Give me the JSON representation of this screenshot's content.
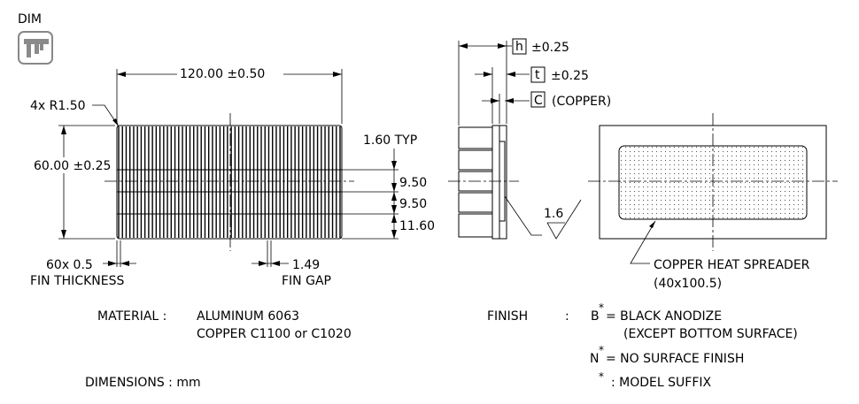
{
  "icon": {
    "label": "DIM",
    "name": "caliper-icon"
  },
  "front_view": {
    "length_dim": "120.00 ±0.50",
    "width_dim": "60.00 ±0.25",
    "corner_radius": "4x R1.50",
    "fin_pitch_typ": "1.60 TYP",
    "spacing_1": "9.50",
    "spacing_2": "9.50",
    "spacing_3": "11.60",
    "fin_thickness_dim": "60x 0.5",
    "fin_thickness_label": "FIN THICKNESS",
    "fin_gap_dim": "1.49",
    "fin_gap_label": "FIN GAP",
    "fin_count": 60
  },
  "side_view": {
    "h_symbol": "h",
    "h_tol": "±0.25",
    "t_symbol": "t",
    "t_tol": "±0.25",
    "c_symbol": "C",
    "c_note": "(COPPER)",
    "roughness": "1.6"
  },
  "bottom_view": {
    "spreader_label": "COPPER HEAT SPREADER",
    "spreader_size": "(40x100.5)"
  },
  "notes": {
    "material_label": "MATERIAL  :",
    "material_line1": "ALUMINUM  6063",
    "material_line2": "COPPER  C1100 or C1020",
    "dimensions": "DIMENSIONS : mm",
    "finish_label": "FINISH",
    "finish_colon": ":",
    "finish_b_code": "B",
    "finish_b_text": "= BLACK ANODIZE",
    "finish_b_sub": "(EXCEPT BOTTOM SURFACE)",
    "finish_n_code": "N",
    "finish_n_text": "= NO SURFACE FINISH",
    "star": "*",
    "suffix_text": ": MODEL SUFFIX"
  }
}
